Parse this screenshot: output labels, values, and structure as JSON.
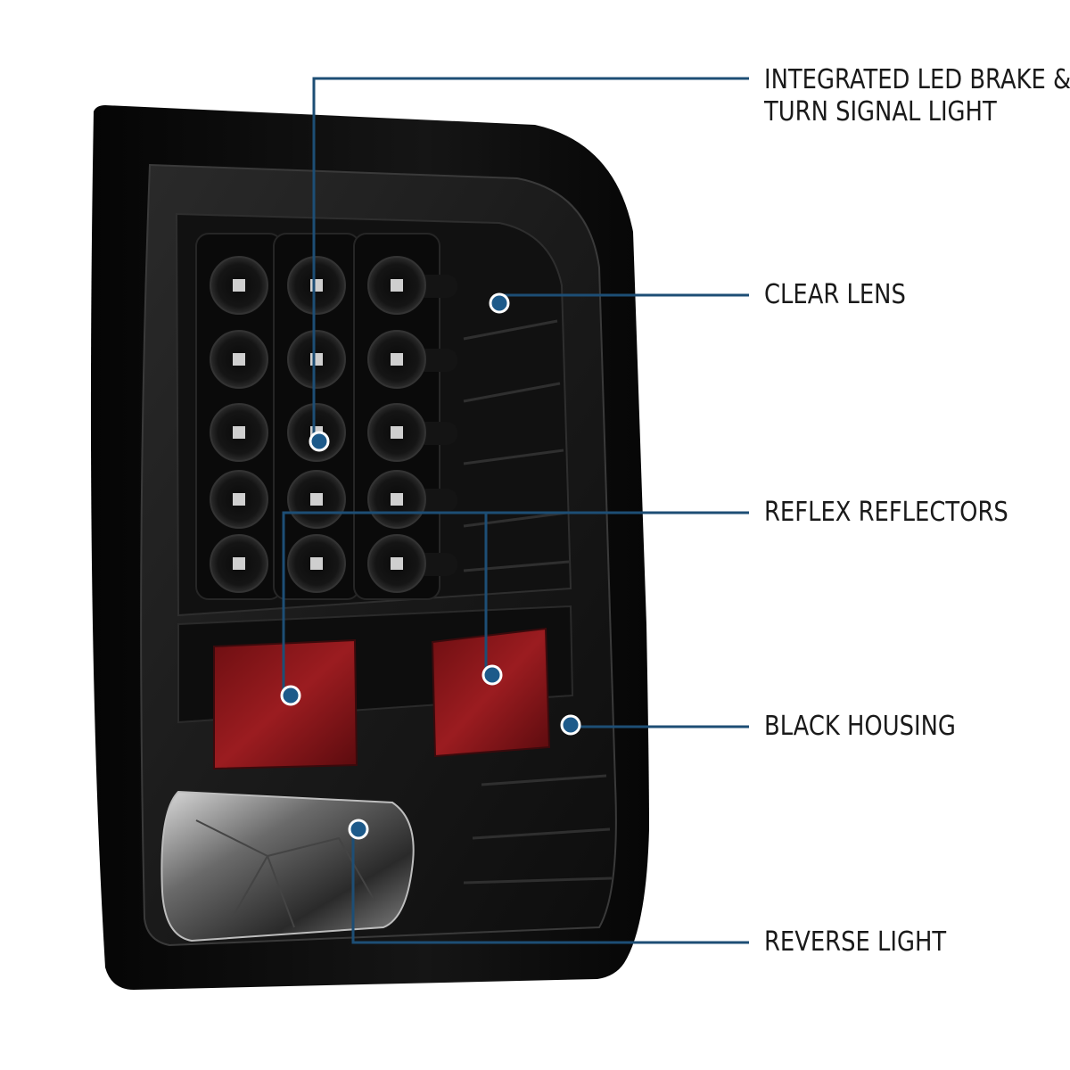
{
  "callouts": [
    {
      "id": "integrated-led",
      "lines": [
        "INTEGRATED LED BRAKE &",
        "TURN SIGNAL LIGHT"
      ]
    },
    {
      "id": "clear-lens",
      "lines": [
        "CLEAR LENS"
      ]
    },
    {
      "id": "reflex-reflectors",
      "lines": [
        "REFLEX REFLECTORS"
      ]
    },
    {
      "id": "black-housing",
      "lines": [
        "BLACK HOUSING"
      ]
    },
    {
      "id": "reverse-light",
      "lines": [
        "REVERSE LIGHT"
      ]
    }
  ],
  "colors": {
    "leader_line": "#1d4e75",
    "marker_fill": "#1d5a8a",
    "housing": "#0b0b0b",
    "reflector": "#8a1418",
    "label_text": "#1a1a1a"
  }
}
